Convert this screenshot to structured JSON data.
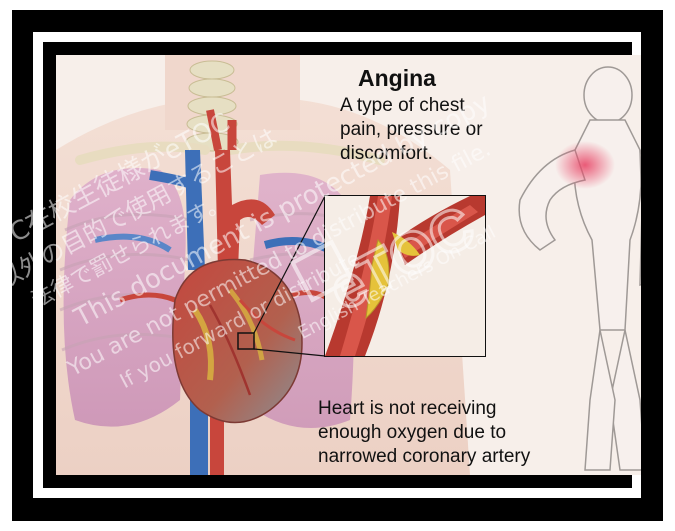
{
  "illustration": {
    "title": "Angina",
    "description_lines": [
      "A type of chest",
      "pain, pressure or",
      "discomfort."
    ],
    "caption_lines": [
      "Heart is not receiving",
      "enough oxygen due to",
      "narrowed coronary artery"
    ]
  },
  "watermark": {
    "lines": [
      "eTOC在校生徒様がeTOC",
      "以外の目的で使用することは",
      "法律で罰せられます。",
      "This document is protected by copy",
      "You are not permitted to distribute this file.",
      "If you forward or distribute",
      "English Teachers On Call"
    ],
    "logo_text": "eTOC"
  },
  "colors": {
    "frame": "#000000",
    "background": "#f6ece6",
    "artery": "#c8463c",
    "vein": "#3d6fb8",
    "plaque": "#e5c23a"
  }
}
